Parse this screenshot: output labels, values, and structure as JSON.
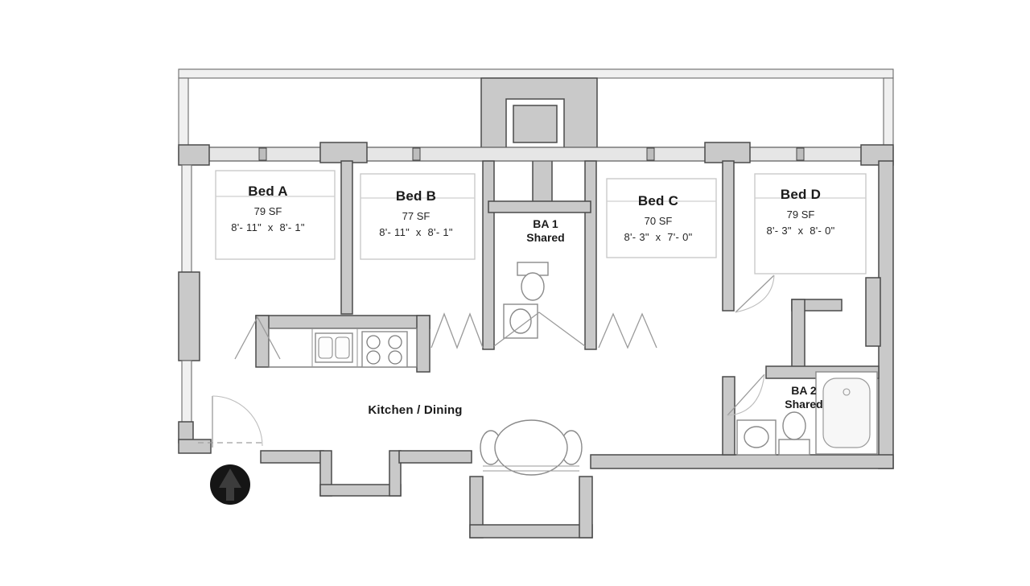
{
  "title": "Apartment floor plan",
  "colors": {
    "wall": "#c9c9c9",
    "wall_outline": "#4a4a4a",
    "floor": "#ffffff",
    "text": "#1b1b1b",
    "north_marker": "#151515"
  },
  "rooms": [
    {
      "name": "Bed A",
      "area": "79 SF",
      "dims": "8'- 11\"  x  8'- 1\""
    },
    {
      "name": "Bed B",
      "area": "77 SF",
      "dims": "8'- 11\"  x  8'- 1\""
    },
    {
      "name": "Bed C",
      "area": "70 SF",
      "dims": "8'- 3\"  x  7'- 0\""
    },
    {
      "name": "Bed D",
      "area": "79 SF",
      "dims": "8'- 3\"  x  8'- 0\""
    },
    {
      "name": "Kitchen / Dining"
    }
  ],
  "bathrooms": [
    {
      "name": "BA 1",
      "sub": "Shared"
    },
    {
      "name": "BA 2",
      "sub": "Shared"
    }
  ],
  "icons": {
    "north_arrow": "north-up-arrow"
  }
}
